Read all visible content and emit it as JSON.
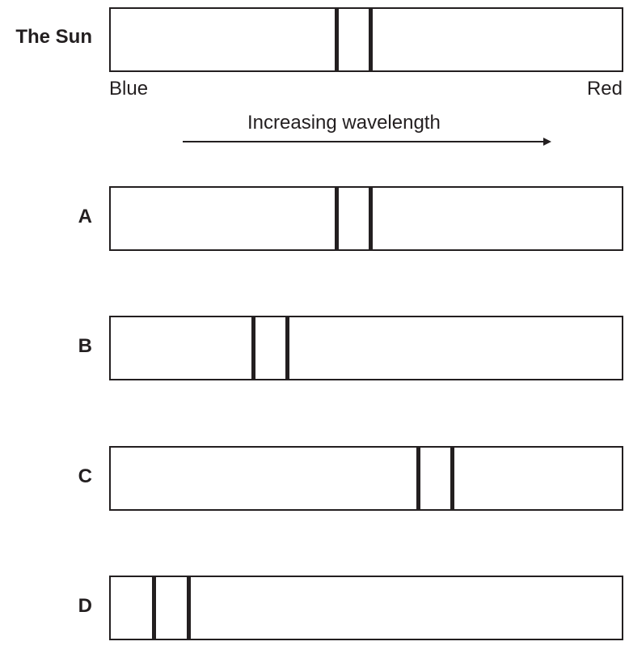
{
  "axis": {
    "left_label": "Blue",
    "right_label": "Red",
    "title": "Increasing wavelength"
  },
  "spectra": [
    {
      "label": "The Sun",
      "lines": [
        0.442,
        0.509
      ]
    },
    {
      "label": "A",
      "lines": [
        0.442,
        0.509
      ]
    },
    {
      "label": "B",
      "lines": [
        0.28,
        0.345
      ]
    },
    {
      "label": "C",
      "lines": [
        0.602,
        0.669
      ]
    },
    {
      "label": "D",
      "lines": [
        0.085,
        0.152
      ]
    }
  ],
  "colors": {
    "ink": "#231f20",
    "background": "#ffffff"
  }
}
